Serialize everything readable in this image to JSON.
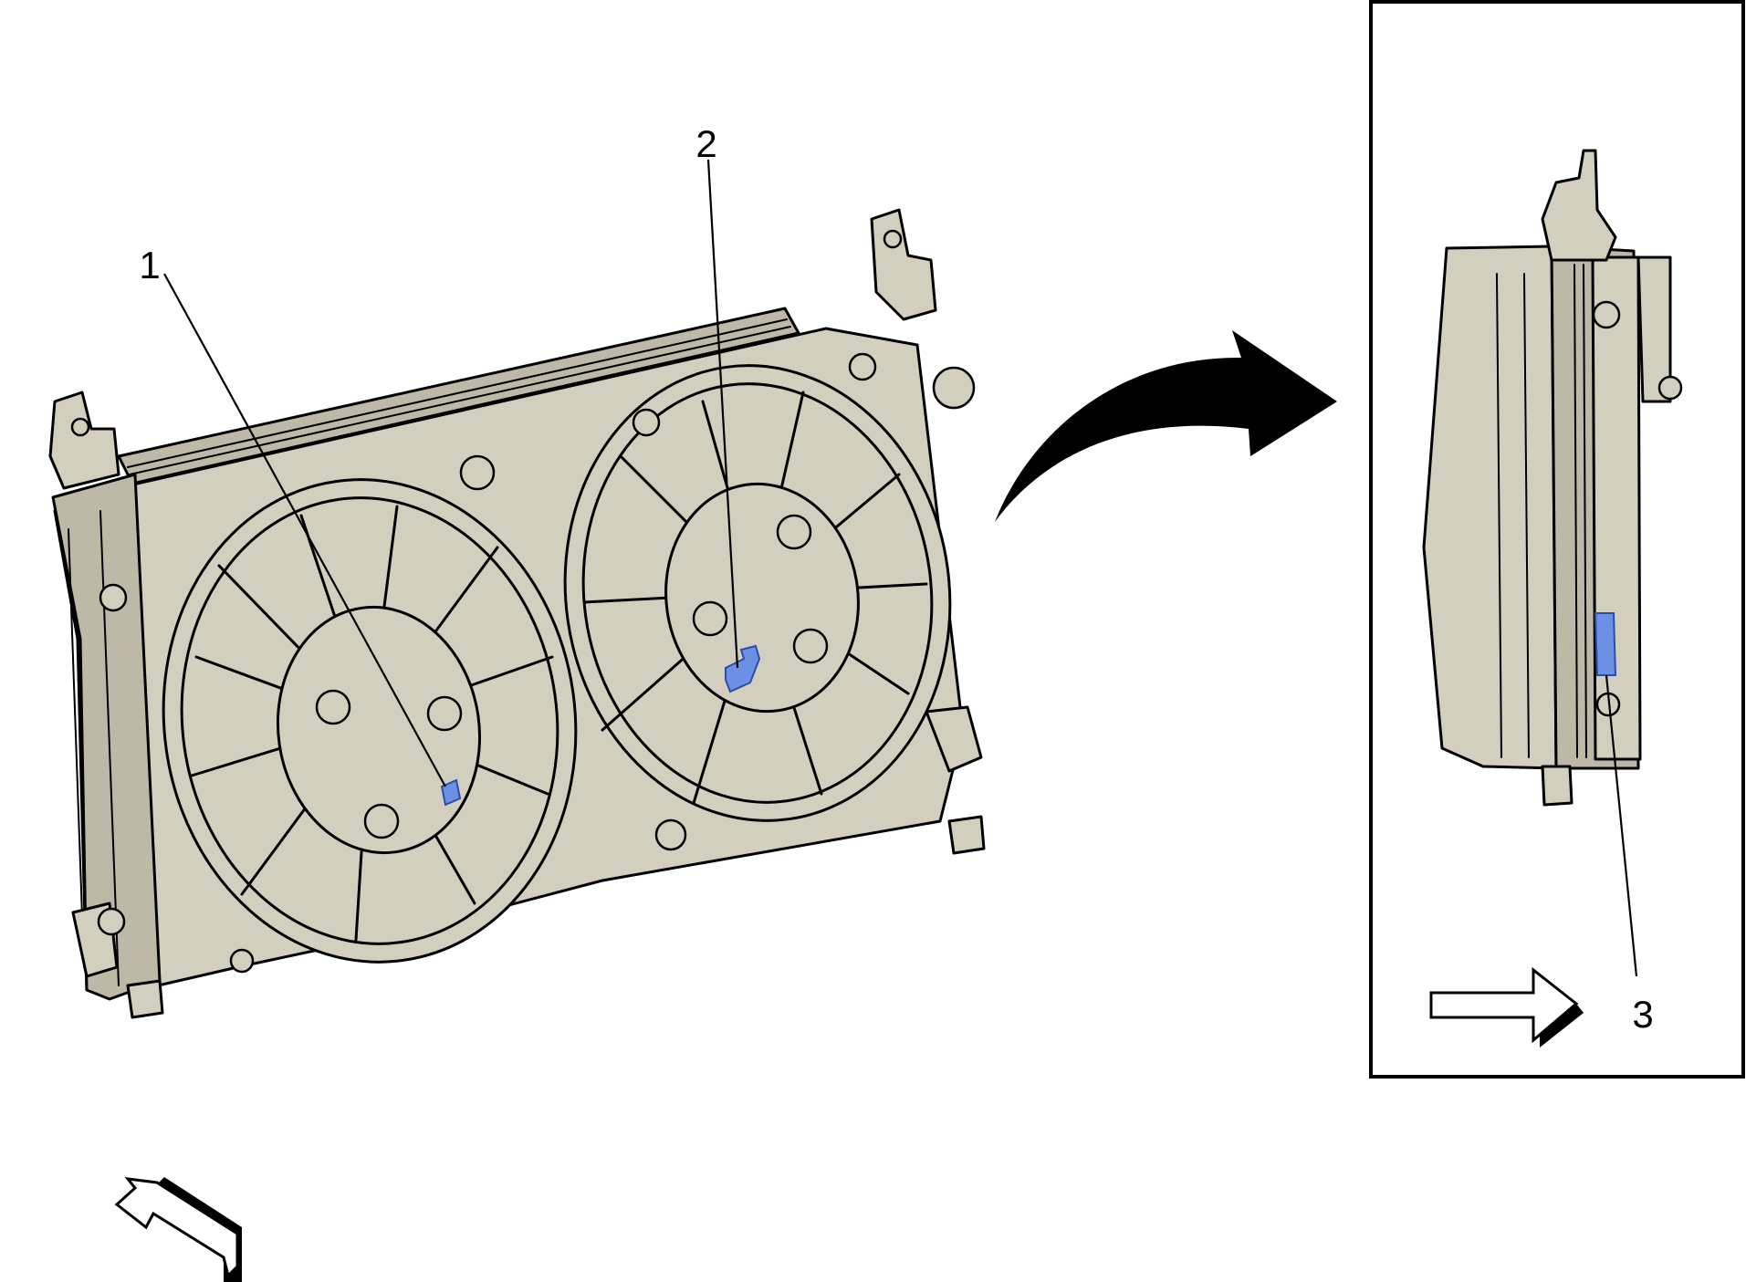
{
  "callouts": [
    {
      "id": "1",
      "label": "1"
    },
    {
      "id": "2",
      "label": "2"
    },
    {
      "id": "3",
      "label": "3"
    }
  ],
  "colors": {
    "housing": "#d2cfbf",
    "connector": "#6b90e4",
    "outline": "#000000",
    "background": "#ffffff"
  },
  "icons": [
    "rotate-arrow-icon",
    "front-direction-arrow-icon",
    "inset-direction-arrow-icon"
  ]
}
